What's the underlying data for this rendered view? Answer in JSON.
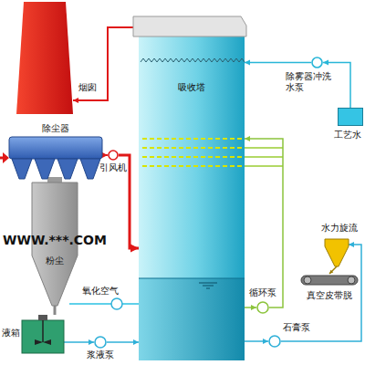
{
  "diagram": {
    "nodes": [
      {
        "text": [
          "烟囱"
        ]
      },
      {
        "text": [
          "吸收塔"
        ]
      },
      {
        "text": [
          "除雾器冲洗 水泵"
        ]
      },
      {
        "text": [
          "工艺水"
        ]
      },
      {
        "text": [
          "除尘器"
        ]
      },
      {
        "text": [
          "引风机"
        ]
      },
      {
        "text": [
          "水力旋流"
        ]
      },
      {
        "text": [
          "粉尘"
        ]
      },
      {
        "text": [
          "真空皮带脱"
        ]
      },
      {
        "text": [
          "循环泵"
        ]
      },
      {
        "text": [
          "液箱"
        ]
      },
      {
        "text": [
          "石膏泵"
        ]
      },
      {
        "text": [
          "浆液泵"
        ]
      }
    ],
    "edges": [
      {
        "from": 4,
        "to": 5,
        "arrow": "to"
      },
      {
        "from": 5,
        "to": 1,
        "arrow": "to"
      },
      {
        "from": 1,
        "to": 0,
        "arrow": "to"
      },
      {
        "from": 3,
        "to": 2,
        "arrow": "to"
      },
      {
        "from": 2,
        "to": 1,
        "arrow": "to"
      },
      {
        "from": 1,
        "to": 9,
        "arrow": "to"
      },
      {
        "from": 9,
        "to": 1,
        "arrow": "to"
      },
      {
        "from": 1,
        "to": 11,
        "arrow": "to"
      },
      {
        "from": 11,
        "to": 6,
        "arrow": "to"
      },
      {
        "from": 6,
        "to": 8,
        "arrow": "to"
      },
      {
        "from": 10,
        "to": 12,
        "arrow": "to"
      },
      {
        "from": 12,
        "to": 1,
        "arrow": "to"
      }
    ],
    "labels": [
      "WWW.***.COM",
      "氧化空气"
    ]
  }
}
